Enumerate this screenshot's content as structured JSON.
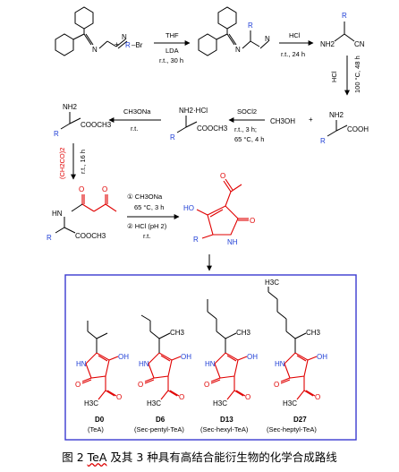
{
  "steps": {
    "s1_reagent_top": "THF",
    "s1_reagent_mid": "LDA",
    "s1_reagent_bot": "r.t., 30 h",
    "s2_reagent_top": "HCl",
    "s2_reagent_bot": "r.t., 24 h",
    "s3_reagent_a": "HCl",
    "s3_reagent_b": "100 °C, 48 h",
    "s4_reagent_top": "SOCl2",
    "s4_reagent_bot1": "r.t., 3 h;",
    "s4_reagent_bot2": "65 °C, 4 h",
    "s4_methanol": "CH3OH",
    "s5_reagent_top": "CH3ONa",
    "s5_reagent_bot": "r.t.",
    "s6_reagent_a": "(CH2CO)2",
    "s6_reagent_b": "r.t., 16 h",
    "s7_line1": "① CH3ONa",
    "s7_line2": "65 °C, 3 h",
    "s7_line3": "② HCl (pH 2)",
    "s7_line4": "r.t."
  },
  "molecules": {
    "r_group": "R",
    "bromide": "–Br",
    "plus": "+",
    "nh2": "NH2",
    "nh2hcl": "NH2·HCl",
    "cn": "CN",
    "cooh": "COOH",
    "cooch3": "COOCH3",
    "ho": "HO",
    "oh": "OH",
    "o": "O",
    "hn": "HN",
    "nh": "NH",
    "h3c": "H3C",
    "ch3": "CH3",
    "n": "N"
  },
  "products": [
    {
      "code": "D0",
      "name": "(TeA)"
    },
    {
      "code": "D6",
      "name": "(Sec-pentyl-TeA)"
    },
    {
      "code": "D13",
      "name": "(Sec-hexyl-TeA)"
    },
    {
      "code": "D27",
      "name": "(Sec-heptyl-TeA)"
    }
  ],
  "caption": {
    "prefix": "图 2 ",
    "tea": "TeA",
    "suffix": " 及其 3 种具有高结合能衍生物的化学合成路线"
  },
  "colors": {
    "accent_red": "#e00000",
    "accent_blue": "#1f3fd6",
    "box_border": "#3a3ad0"
  }
}
